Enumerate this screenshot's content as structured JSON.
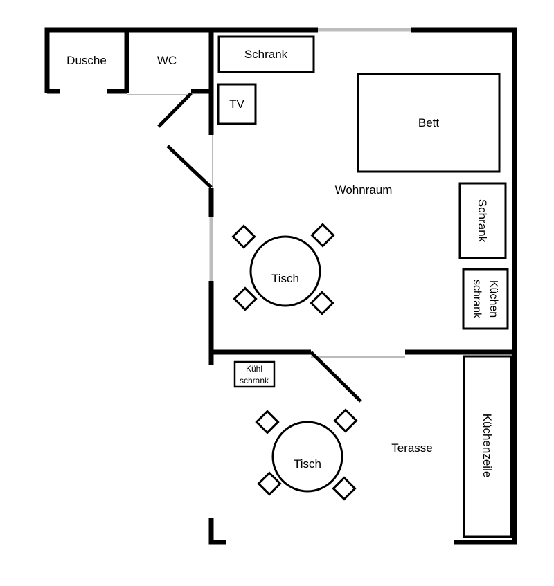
{
  "rooms": {
    "dusche": "Dusche",
    "wc": "WC",
    "wohnraum": "Wohnraum",
    "terasse": "Terasse"
  },
  "furniture": {
    "schrank_top": "Schrank",
    "tv": "TV",
    "bett": "Bett",
    "schrank_right": "Schrank",
    "kuechenschrank_line1": "Küchen",
    "kuechenschrank_line2": "schrank",
    "tisch_wohnraum": "Tisch",
    "kuehlschrank_line1": "Kühl",
    "kuehlschrank_line2": "schrank",
    "tisch_terasse": "Tisch",
    "kuechenzeile": "Küchenzeile"
  }
}
